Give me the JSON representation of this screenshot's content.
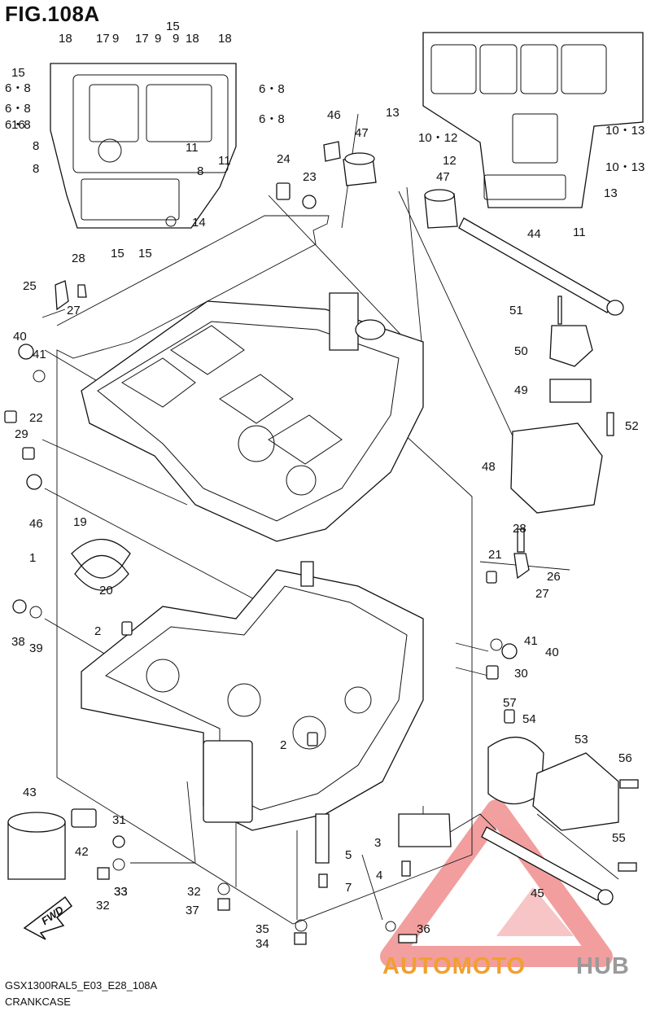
{
  "figure": {
    "title": "FIG.108A",
    "model_code": "GSX1300RAL5_E03_E28_108A",
    "section_name": "CRANKCASE"
  },
  "callouts": [
    "18",
    "17",
    "9",
    "17",
    "9",
    "15",
    "9",
    "18",
    "18",
    "15",
    "6・8",
    "6・8",
    "6・8",
    "16",
    "8",
    "8",
    "11",
    "8",
    "11",
    "14",
    "15",
    "15",
    "6・8",
    "6・8",
    "13",
    "10・12",
    "12",
    "10・13",
    "10・13",
    "13",
    "11",
    "46",
    "47",
    "47",
    "24",
    "23",
    "44",
    "28",
    "25",
    "27",
    "51",
    "50",
    "49",
    "52",
    "48",
    "40",
    "41",
    "22",
    "29",
    "46",
    "1",
    "19",
    "20",
    "28",
    "21",
    "26",
    "27",
    "2",
    "41",
    "40",
    "30",
    "38",
    "39",
    "2",
    "57",
    "54",
    "53",
    "56",
    "43",
    "31",
    "42",
    "3",
    "5",
    "55",
    "33",
    "4",
    "7",
    "45",
    "32",
    "33",
    "32",
    "37",
    "35",
    "36",
    "34"
  ],
  "fwd_arrow_label": "FWD",
  "watermark": {
    "text_primary": "AUTOMOTO",
    "text_secondary": "HUB",
    "colors": {
      "primary": "#f0a030",
      "secondary": "#9a9a9a",
      "logo": "#e85050"
    }
  }
}
